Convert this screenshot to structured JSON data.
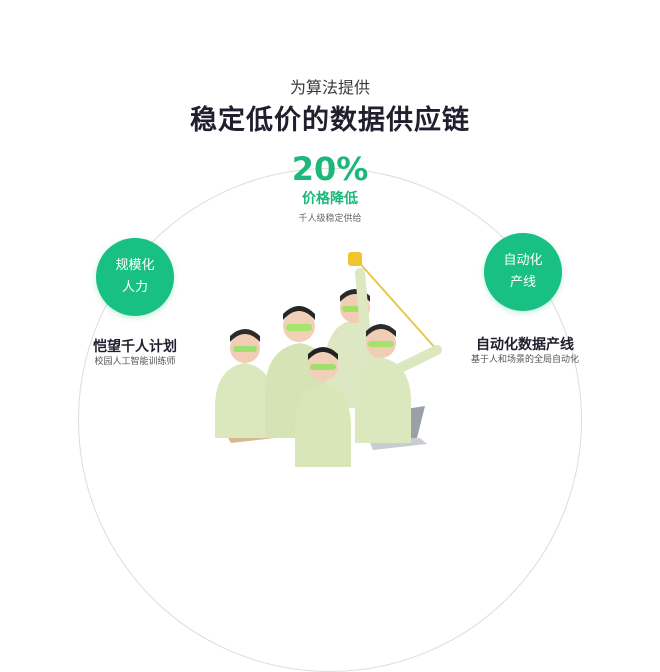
{
  "header": {
    "subtitle": "为算法提供",
    "title": "稳定低价的数据供应链"
  },
  "stat": {
    "value": "20%",
    "label": "价格降低",
    "caption": "千人级稳定供给"
  },
  "left_feature": {
    "badge_line1": "规模化",
    "badge_line2": "人力",
    "title": "恺望千人计划",
    "subtitle": "校园人工智能训练师"
  },
  "right_feature": {
    "badge_line1": "自动化",
    "badge_line2": "产线",
    "title": "自动化数据产线",
    "subtitle": "基于人和场景的全局自动化"
  },
  "colors": {
    "accent": "#18c083",
    "title": "#1f1f2e",
    "shirt": "#d9e6b8"
  },
  "image": {
    "icon": "team-photo"
  }
}
